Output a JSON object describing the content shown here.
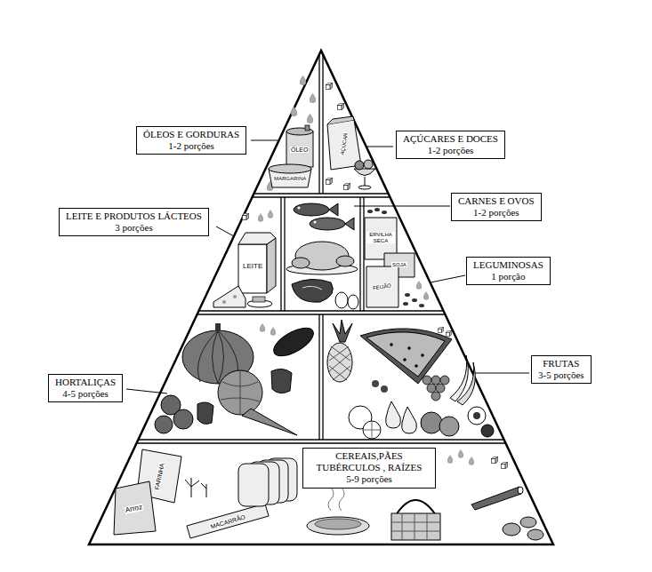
{
  "diagram": {
    "nodes": [
      {
        "text": [
          "ÓLEOS E GORDURAS",
          "1-2 porções"
        ]
      },
      {
        "text": [
          "AÇÚCARES E DOCES",
          "1-2 porções"
        ]
      },
      {
        "text": [
          "LEITE E PRODUTOS LÁCTEOS",
          "3 porções"
        ]
      },
      {
        "text": [
          "CARNES E OVOS",
          "1-2 porções"
        ]
      },
      {
        "text": [
          "LEGUMINOSAS",
          "1 porção"
        ]
      },
      {
        "text": [
          "HORTALIÇAS",
          "4-5 porções"
        ]
      },
      {
        "text": [
          "FRUTAS",
          "3-5 porções"
        ]
      },
      {
        "text": [
          "CEREAIS,PÃES TUBÉRCULOS , RAÍZES",
          "5-9 porções"
        ]
      }
    ],
    "labels": [
      "ÓLEO",
      "MARGARINA",
      "AÇÚCAR",
      "LEITE",
      "ERVILHA SECA",
      "SOJA",
      "FEIJÃO",
      "FARINHA",
      "Arroz",
      "MACARRÃO"
    ]
  }
}
